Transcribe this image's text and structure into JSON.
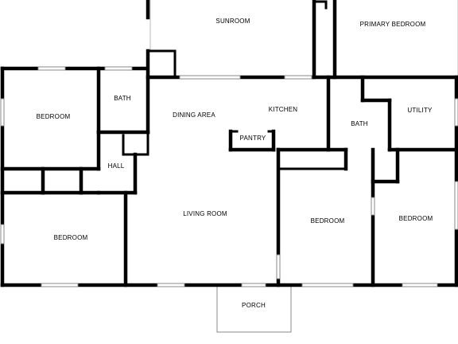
{
  "rooms": {
    "sunroom": "SUNROOM",
    "primary_bedroom": "PRIMARY BEDROOM",
    "bedroom_nw": "BEDROOM",
    "bath_w": "BATH",
    "dining_area": "DINING AREA",
    "kitchen": "KITCHEN",
    "bath_e": "BATH",
    "utility": "UTILITY",
    "pantry": "PANTRY",
    "hall": "HALL",
    "living_room": "LIVING ROOM",
    "bedroom_center": "BEDROOM",
    "bedroom_e": "BEDROOM",
    "bedroom_sw": "BEDROOM",
    "porch": "PORCH"
  }
}
